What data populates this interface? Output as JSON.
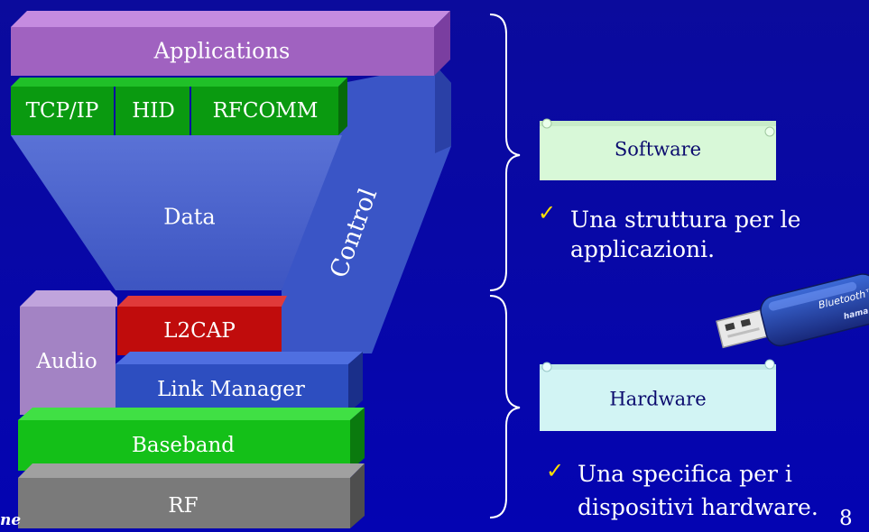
{
  "stack": {
    "applications": "Applications",
    "tcpip": "TCP/IP",
    "hid": "HID",
    "rfcomm": "RFCOMM",
    "data": "Data",
    "control": "Control",
    "audio": "Audio",
    "l2cap": "L2CAP",
    "link_manager": "Link Manager",
    "baseband": "Baseband",
    "rf": "RF"
  },
  "software": {
    "title": "Software",
    "bullet_line1": "Una struttura per le",
    "bullet_line2": "applicazioni."
  },
  "hardware": {
    "title": "Hardware",
    "bullet_line1": "Una specifica per i",
    "bullet_line2": "dispositivi hardware."
  },
  "dongle": {
    "brand": "Bluetooth™",
    "maker": "hama"
  },
  "footer": {
    "left_text": "ne",
    "page_number": "8"
  },
  "colors": {
    "background": "#0606a6",
    "applications": "#a062c0",
    "tcp_group": "#0a9a10",
    "data_funnel": "#4d63c8",
    "control": "#3a55c6",
    "audio": "#a383c4",
    "l2cap": "#c00c0c",
    "link_manager": "#2d4ec0",
    "baseband": "#14c018",
    "rf": "#7a7a7a",
    "software_scroll": "#d8f8d8",
    "hardware_scroll": "#d2f4f4",
    "checkmark": "#ffe000"
  }
}
